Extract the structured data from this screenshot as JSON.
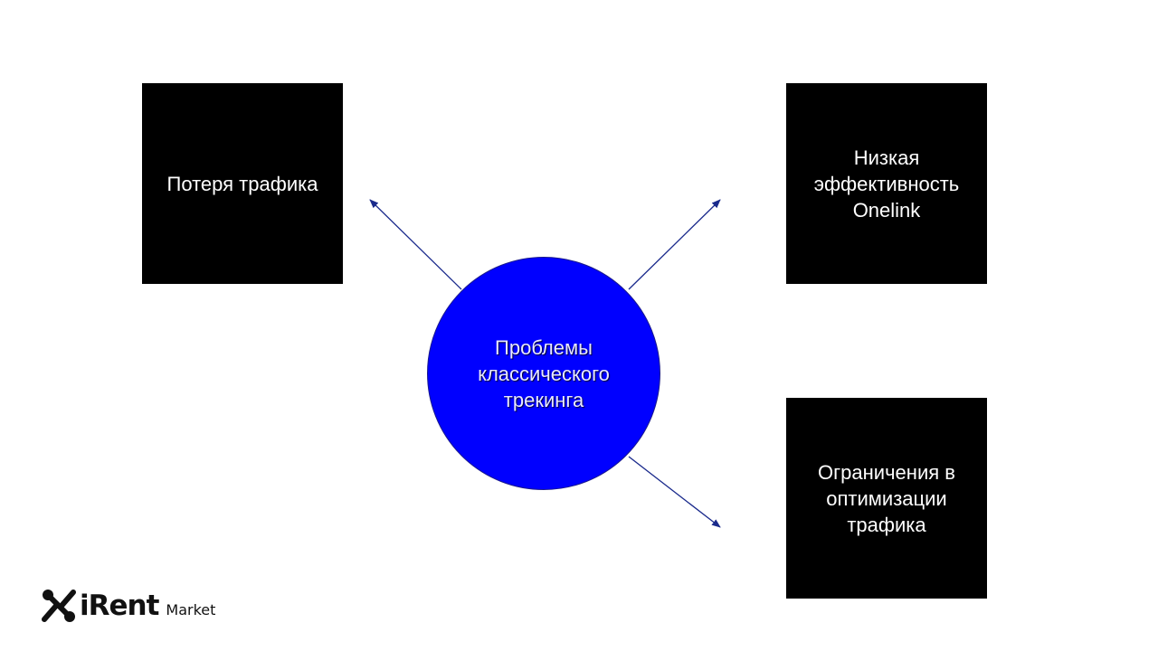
{
  "diagram": {
    "center": {
      "label": "Проблемы\nклассического\nтрекинга",
      "color": "#0000ff"
    },
    "nodes": [
      {
        "label": "Потеря трафика"
      },
      {
        "label": "Низкая\nэффективность\nOnelink"
      },
      {
        "label": "Ограничения в\nоптимизации\nтрафика"
      }
    ],
    "box_color": "#000000",
    "arrow_color": "#1a2a8c"
  },
  "logo": {
    "name": "iRent",
    "suffix": "Market",
    "icon": "irent-x-logo-icon"
  }
}
